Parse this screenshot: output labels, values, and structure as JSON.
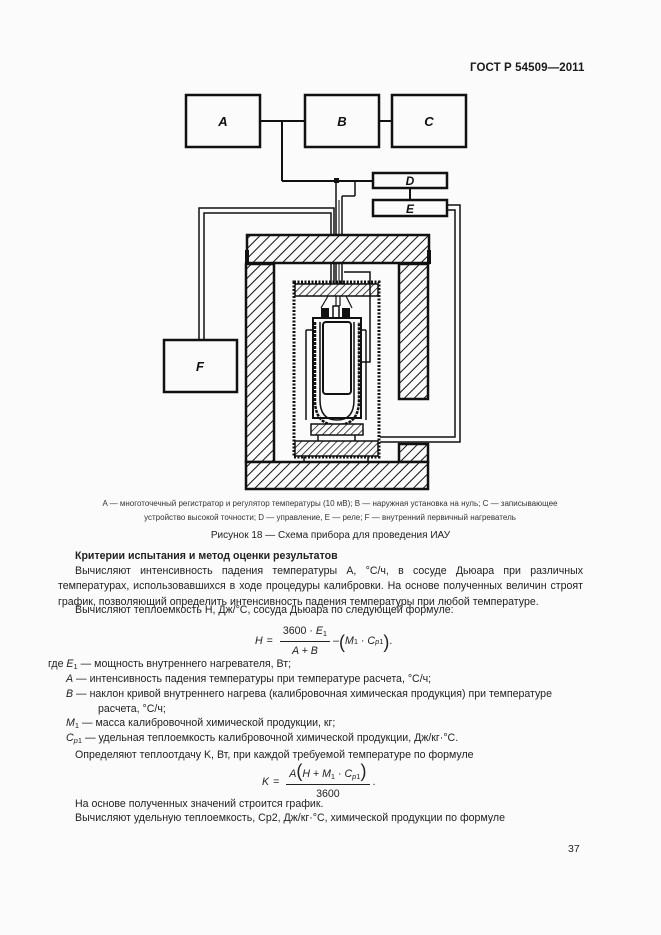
{
  "header": {
    "standard": "ГОСТ Р 54509—2011"
  },
  "figure": {
    "blocks": {
      "A": "A",
      "B": "B",
      "C": "C",
      "D": "D",
      "E": "E",
      "F": "F"
    },
    "legend_line1": "A — многоточечный регистратор и регулятор температуры (10 мВ); B — наружная установка на нуль; C — записывающее",
    "legend_line2": "устройство высокой точности; D — управление, E — реле; F — внутренний первичный нагреватель",
    "caption": "Рисунок 18 — Схема прибора для проведения ИАУ"
  },
  "section": {
    "heading": "Критерии испытания и метод оценки результатов",
    "para1": "Вычисляют интенсивность падения температуры A, °С/ч, в сосуде Дьюара при различных температурах, использовавшихся в ходе процедуры калибровки. На основе полученных величин строят график, позволяющий определить интенсивность падения температуры при любой температуре.",
    "para2": "Вычисляют теплоемкость H, Дж/°С, сосуда Дьюара по следующей формуле:",
    "formula1": {
      "lhs": "H",
      "eq": "=",
      "num": "3600 · E1",
      "den": "A + B",
      "rest": "M1 · Cp1",
      "tail": "."
    },
    "where": "где",
    "definitions": [
      {
        "sym": "E1",
        "text": "— мощность внутреннего нагревателя, Вт;"
      },
      {
        "sym": "A",
        "text": "— интенсивность падения температуры при температуре расчета, °С/ч;"
      },
      {
        "sym": "B",
        "text": "— наклон кривой внутреннего нагрева (калибровочная химическая продукция) при температуре",
        "cont": "расчета, °С/ч;"
      },
      {
        "sym": "M1",
        "text": "— масса калибровочной химической продукции, кг;"
      },
      {
        "sym": "Cp1",
        "text": "— удельная теплоемкость калибровочной химической продукции, Дж/кг·°С."
      }
    ],
    "para3": "Определяют теплоотдачу K, Вт, при каждой требуемой температуре по формуле",
    "formula2": {
      "lhs": "K",
      "eq": "=",
      "num": "A(H + M1 · Cp1)",
      "den": "3600",
      "tail": "."
    },
    "para4": "На основе полученных значений строится график.",
    "para5": "Вычисляют удельную теплоемкость, Cp2, Дж/кг·°С, химической продукции по формуле"
  },
  "page_number": "37"
}
